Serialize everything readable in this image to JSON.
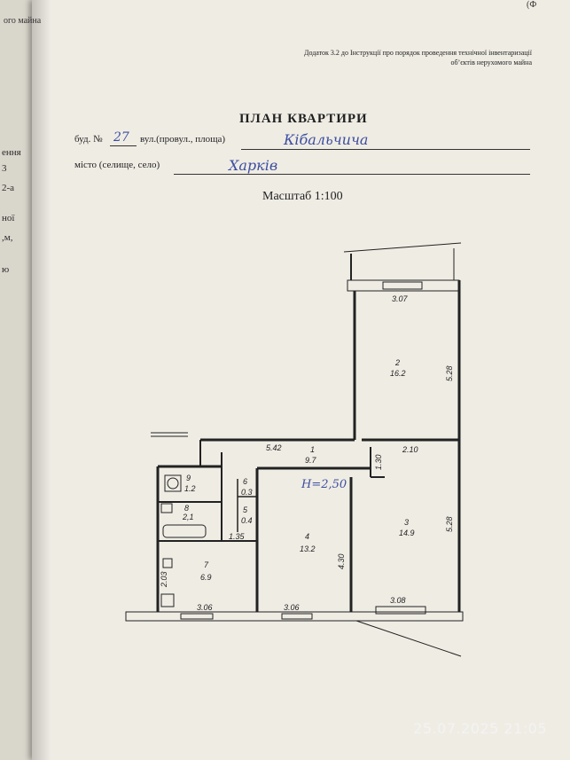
{
  "left_page_fragments": [
    "ення",
    "3",
    "2-а",
    "ної",
    ",м,",
    "ю"
  ],
  "right_page_header": "ого майна",
  "top_corner_text": "(Ф",
  "addendum": "Додаток 3.2 до Інструкції про порядок проведення технічної інвентаризації об’єктів нерухомого майна",
  "title": "ПЛАН КВАРТИРИ",
  "address": {
    "building_label": "буд. №",
    "building_no": "27",
    "street_label": "вул.(провул., площа)",
    "street": "Кібальчича",
    "city_label": "місто (селище, село)",
    "city": "Харків"
  },
  "scale": "Масштаб 1:100",
  "plan": {
    "height_note": "H=2,50",
    "rooms": [
      {
        "no": "1",
        "area": "9.7"
      },
      {
        "no": "2",
        "area": "16.2"
      },
      {
        "no": "3",
        "area": "14.9"
      },
      {
        "no": "4",
        "area": "13.2"
      },
      {
        "no": "5",
        "area": "0.4"
      },
      {
        "no": "6",
        "area": "0.3"
      },
      {
        "no": "7",
        "area": "6.9"
      },
      {
        "no": "8",
        "area": "2,1"
      },
      {
        "no": "9",
        "area": "1.2"
      }
    ],
    "dimensions": [
      "3.07",
      "5.28",
      "5.42",
      "2.10",
      "1.30",
      "5.28",
      "4.30",
      "1.35",
      "2.03",
      "3.06",
      "3.06",
      "3.08"
    ]
  },
  "timestamp": "25.07.2025 21:05",
  "colors": {
    "ink": "#222222",
    "handwriting": "#3c4ea0",
    "paper": "#efece4"
  }
}
